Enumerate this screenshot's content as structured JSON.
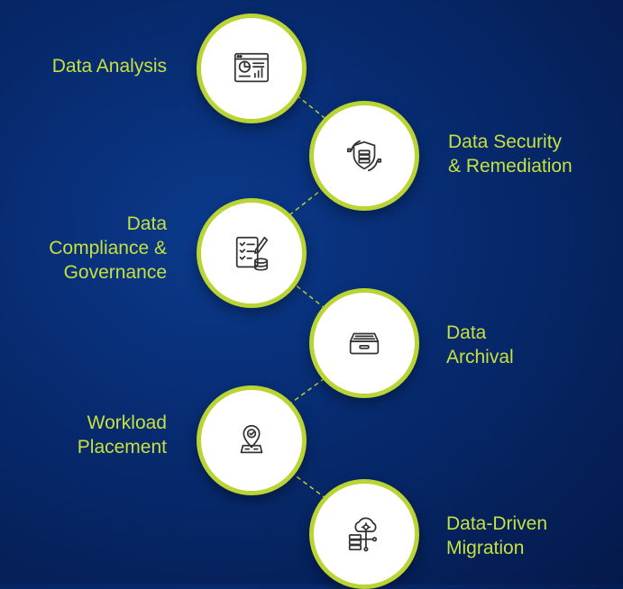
{
  "accent_color": "#b9d433",
  "label_color": "#c6e03f",
  "background_color": "#072a6e",
  "steps": [
    {
      "label": "Data Analysis",
      "icon": "analytics-dashboard-icon"
    },
    {
      "label": "Data Security\n& Remediation",
      "icon": "security-shield-icon"
    },
    {
      "label": "Data\nCompliance &\nGovernance",
      "icon": "compliance-checklist-icon"
    },
    {
      "label": "Data\nArchival",
      "icon": "archive-box-icon"
    },
    {
      "label": "Workload\nPlacement",
      "icon": "location-pin-icon"
    },
    {
      "label": "Data-Driven\nMigration",
      "icon": "cloud-migration-icon"
    }
  ]
}
